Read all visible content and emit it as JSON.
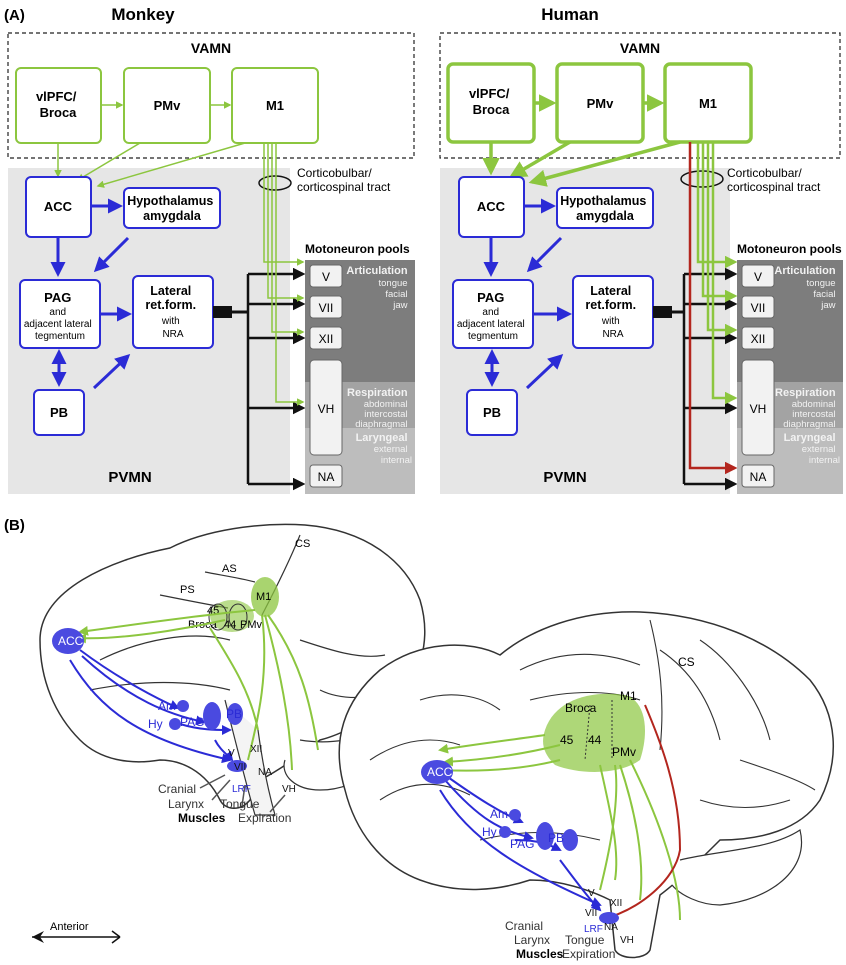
{
  "panelA": {
    "label": "(A)",
    "monkey": {
      "title": "Monkey",
      "vamn": "VAMN",
      "vlpfc": [
        "vlPFC/",
        "Broca"
      ],
      "pmv": "PMv",
      "m1": "M1",
      "acc": "ACC",
      "hyp": [
        "Hypothalamus",
        "amygdala"
      ],
      "pag": [
        "PAG",
        "and",
        "adjacent lateral",
        "tegmentum"
      ],
      "lrf": [
        "Lateral",
        "ret.form.",
        "with",
        "NRA"
      ],
      "pb": "PB",
      "pvmn": "PVMN"
    },
    "human": {
      "title": "Human",
      "vamn": "VAMN",
      "vlpfc": [
        "vlPFC/",
        "Broca"
      ],
      "pmv": "PMv",
      "m1": "M1",
      "acc": "ACC",
      "hyp": [
        "Hypothalamus",
        "amygdala"
      ],
      "pag": [
        "PAG",
        "and",
        "adjacent lateral",
        "tegmentum"
      ],
      "lrf": [
        "Lateral",
        "ret.form.",
        "with",
        "NRA"
      ],
      "pb": "PB",
      "pvmn": "PVMN"
    },
    "tract": [
      "Corticobulbar/",
      "corticospinal tract"
    ],
    "pools_title": "Motoneuron pools",
    "pools": [
      "V",
      "VII",
      "XII",
      "VH",
      "NA"
    ],
    "articulation": {
      "title": "Articulation",
      "items": [
        "tongue",
        "facial",
        "jaw"
      ]
    },
    "respiration": {
      "title": "Respiration",
      "items": [
        "abdominal",
        "intercostal",
        "diaphragmal"
      ]
    },
    "laryngeal": {
      "title": "Laryngeal",
      "items": [
        "external",
        "internal"
      ]
    }
  },
  "panelB": {
    "label": "(B)",
    "monkey": {
      "sulci": [
        "CS",
        "AS",
        "PS"
      ],
      "areas": [
        "45",
        "44",
        "Broca",
        "PMv",
        "M1"
      ],
      "limbic": [
        "ACC",
        "Am",
        "Hy",
        "PAG",
        "PB"
      ],
      "nuclei": [
        "V",
        "VII",
        "XII",
        "NA",
        "LRF",
        "VH"
      ],
      "muscles": [
        "Cranial",
        "Larynx",
        "Tongue",
        "Expiration"
      ],
      "muscles_title": "Muscles"
    },
    "human": {
      "sulci": [
        "CS"
      ],
      "areas": [
        "Broca",
        "M1",
        "45",
        "44",
        "PMv"
      ],
      "limbic": [
        "ACC",
        "Am",
        "Hy",
        "PAG",
        "PB"
      ],
      "nuclei": [
        "V",
        "VII",
        "XII",
        "NA",
        "LRF",
        "VH"
      ],
      "muscles": [
        "Cranial",
        "Larynx",
        "Tongue",
        "Expiration"
      ],
      "muscles_title": "Muscles"
    },
    "anterior": "Anterior"
  },
  "colors": {
    "green": "#8cc63f",
    "blue": "#2b2bd6",
    "red": "#b3261e",
    "gray_panel": "#e6e6e6",
    "dark_pool": "#7d7d7d",
    "mid_pool": "#a3a3a3",
    "light_pool": "#bdbdbd"
  }
}
